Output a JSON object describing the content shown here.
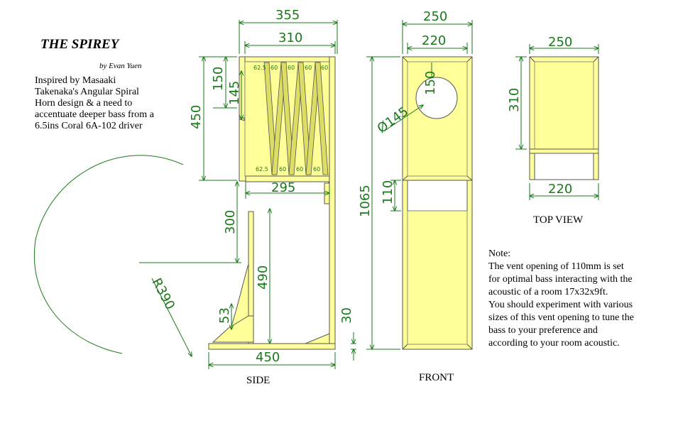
{
  "title": "THE SPIREY",
  "byline": "by Evan Yuen",
  "intro_lines": [
    "Inspired by Masaaki",
    "Takenaka's Angular Spiral",
    "Horn design & a need to",
    "accentuate deeper bass from a",
    "6.5ins Coral 6A-102 driver"
  ],
  "note_lines": [
    "Note:",
    "The vent opening of 110mm is set",
    "for optimal bass interacting with the",
    "acoustic of a room 17x32x9ft.",
    "You should experiment with various",
    "sizes of this vent opening to tune the",
    "bass to your preference and",
    "according to your room acoustic."
  ],
  "view_labels": {
    "side": "SIDE",
    "front": "FRONT",
    "top": "TOP VIEW"
  },
  "dimensions": {
    "side_top_width_outer": "355",
    "side_top_width_inner": "310",
    "side_h_150": "150",
    "side_h_145": "145",
    "side_h_450": "450",
    "side_295": "295",
    "side_300": "300",
    "side_490": "490",
    "side_53": "53",
    "side_30": "30",
    "side_base_450": "450",
    "side_radius": "R390",
    "front_250": "250",
    "front_220": "220",
    "front_150": "150",
    "front_dia": "Ø145",
    "front_110": "110",
    "front_1065": "1065",
    "top_250": "250",
    "top_310": "310",
    "top_220": "220"
  },
  "horn_labels": {
    "top": [
      "62.5",
      "60",
      "60",
      "60",
      "60"
    ],
    "bottom": [
      "62.5",
      "60",
      "60",
      "60"
    ]
  },
  "colors": {
    "panel_fill": "#ffff99",
    "line": "#555555",
    "dimension": "#1a7a1a"
  }
}
